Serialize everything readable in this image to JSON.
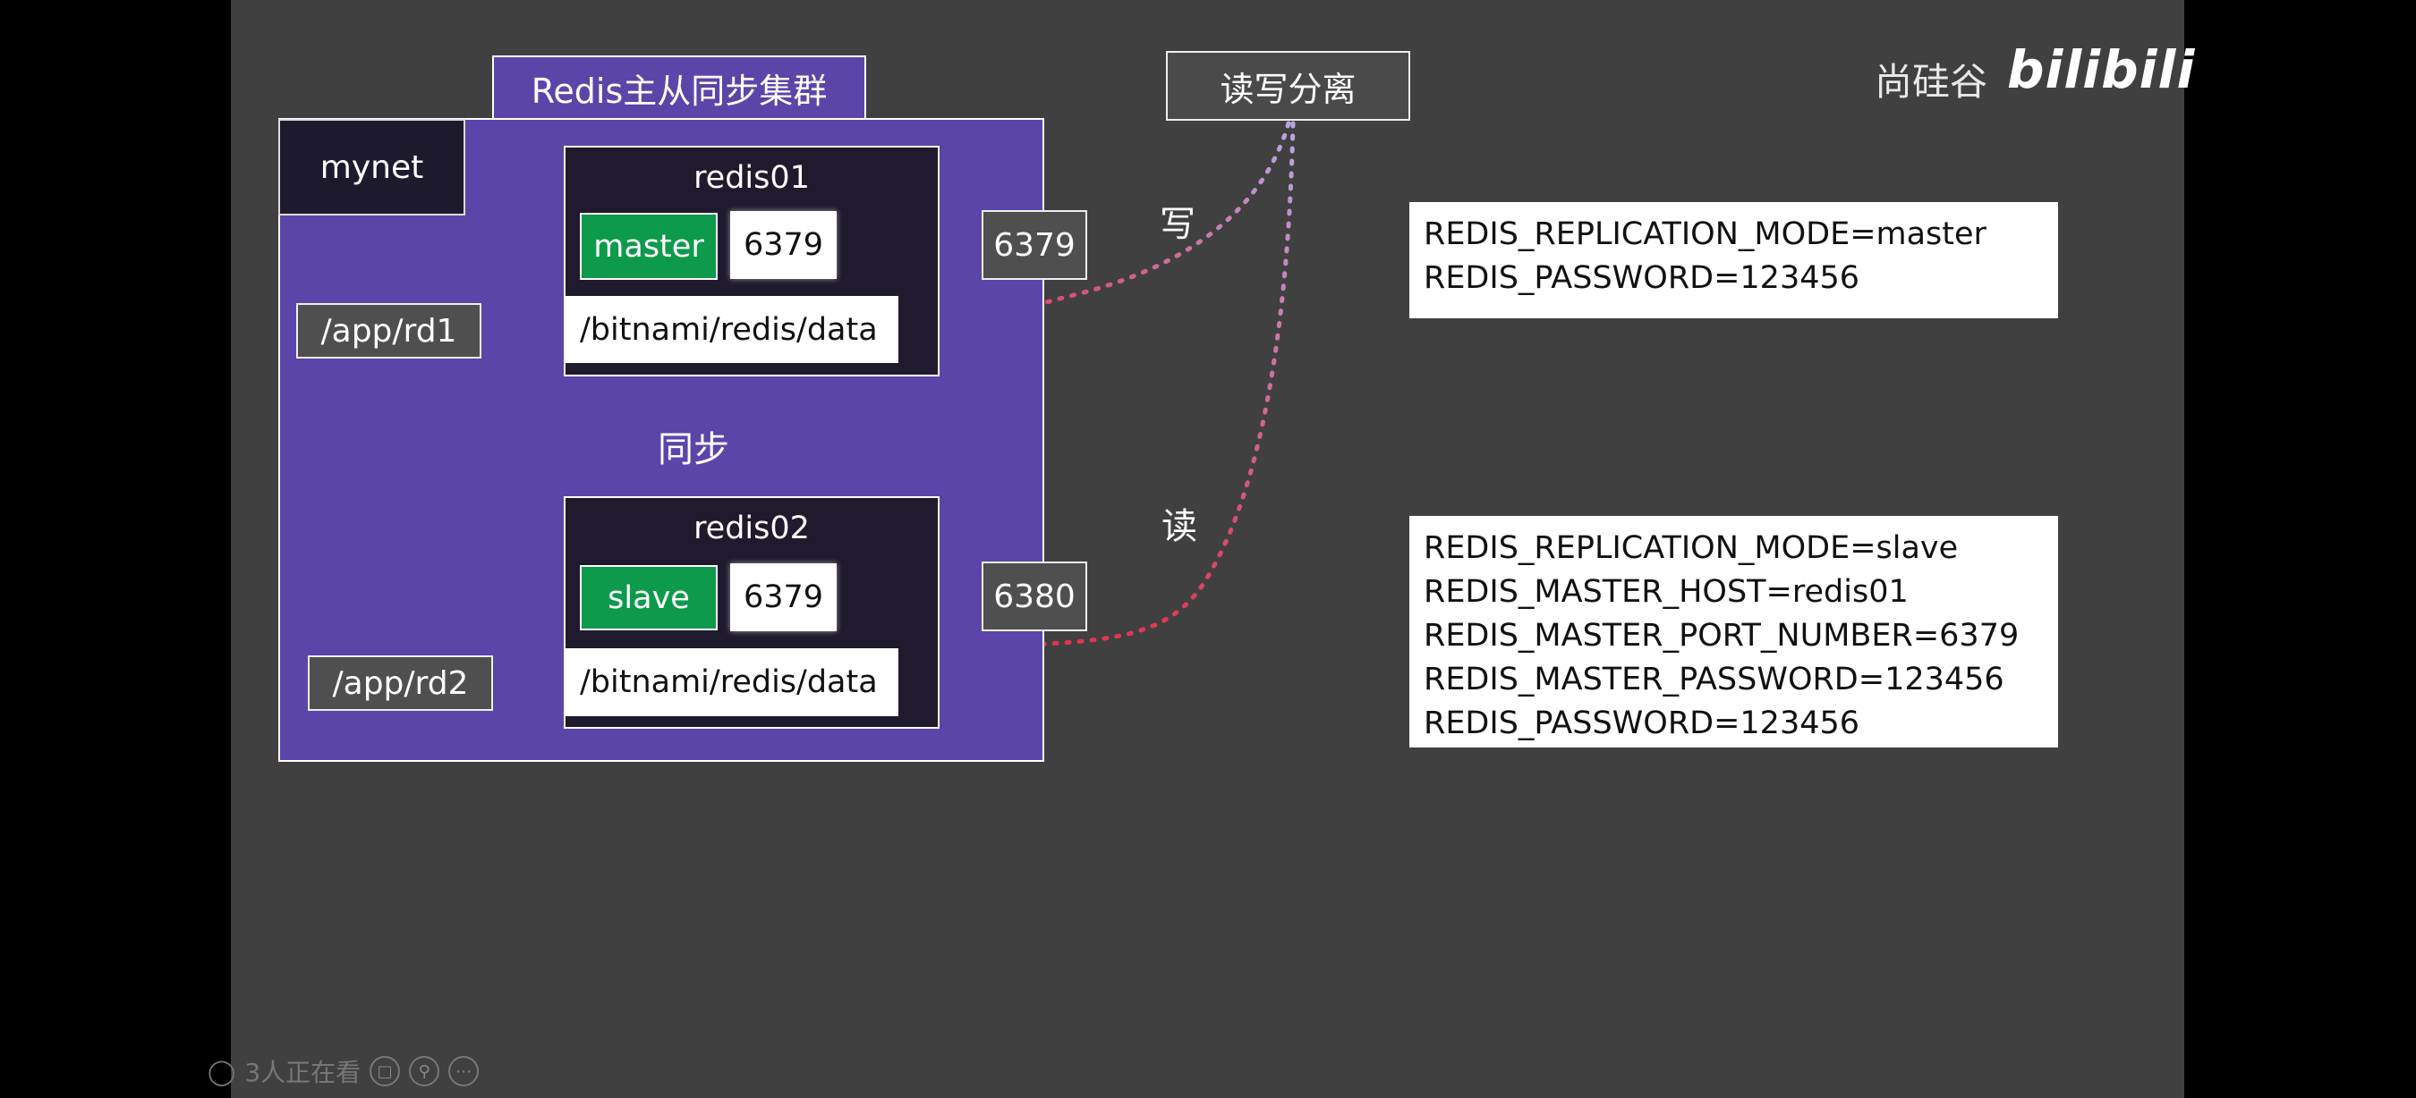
{
  "cluster": {
    "title": "Redis主从同步集群",
    "network": "mynet",
    "sync_label": "同步"
  },
  "master_node": {
    "name": "redis01",
    "role": "master",
    "container_port": "6379",
    "host_port": "6379",
    "container_path": "/bitnami/redis/data",
    "host_path": "/app/rd1"
  },
  "slave_node": {
    "name": "redis02",
    "role": "slave",
    "container_port": "6379",
    "host_port": "6380",
    "container_path": "/bitnami/redis/data",
    "host_path": "/app/rd2"
  },
  "rw_split": {
    "title": "读写分离",
    "write_label": "写",
    "read_label": "读"
  },
  "master_env": [
    "REDIS_REPLICATION_MODE=master",
    "REDIS_PASSWORD=123456"
  ],
  "slave_env": [
    "REDIS_REPLICATION_MODE=slave",
    "REDIS_MASTER_HOST=redis01",
    "REDIS_MASTER_PORT_NUMBER=6379",
    "REDIS_MASTER_PASSWORD=123456",
    "REDIS_PASSWORD=123456"
  ],
  "watermark": {
    "brand": "尚硅谷",
    "platform": "bilibili"
  },
  "viewer_bar": {
    "viewers": "3人正在看"
  },
  "colors": {
    "slide_bg": "#404040",
    "cluster_bg": "#5b45a8",
    "node_bg": "#1f1a2e",
    "role_green": "#0e9a4c",
    "arrow_red": "#e03550",
    "arrow_purple": "#b9a6e6"
  }
}
